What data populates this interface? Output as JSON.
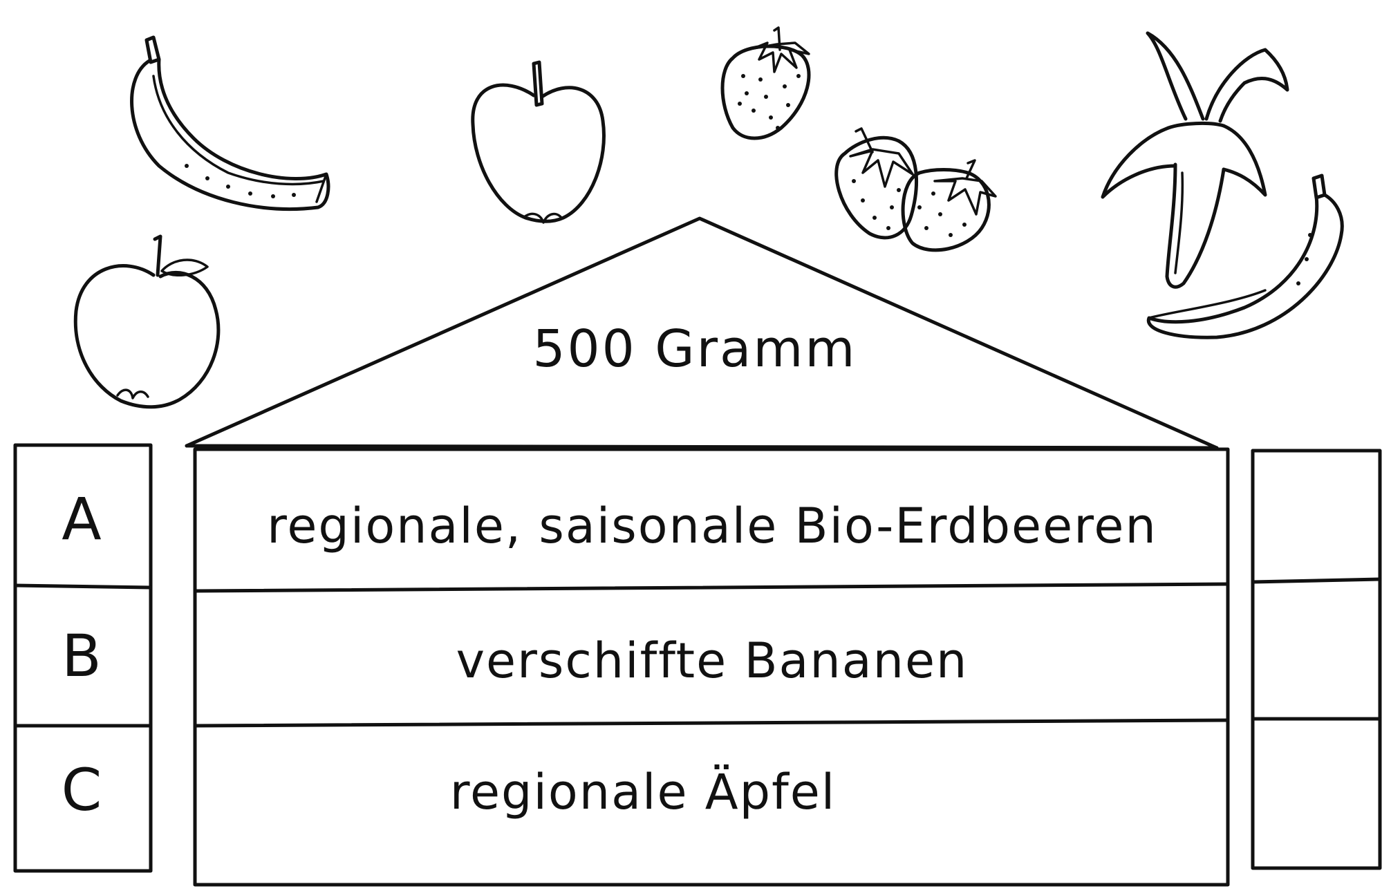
{
  "roof": {
    "label": "500 Gramm"
  },
  "rows": [
    {
      "letter": "A",
      "text": "regionale, saisonale Bio-Erdbeeren"
    },
    {
      "letter": "B",
      "text": "verschiffte Bananen"
    },
    {
      "letter": "C",
      "text": "regionale Äpfel"
    }
  ],
  "icons": [
    "banana-icon",
    "apple-icon",
    "strawberry-icon",
    "peeled-banana-icon"
  ],
  "colors": {
    "ink": "#111111",
    "paper": "#ffffff"
  }
}
